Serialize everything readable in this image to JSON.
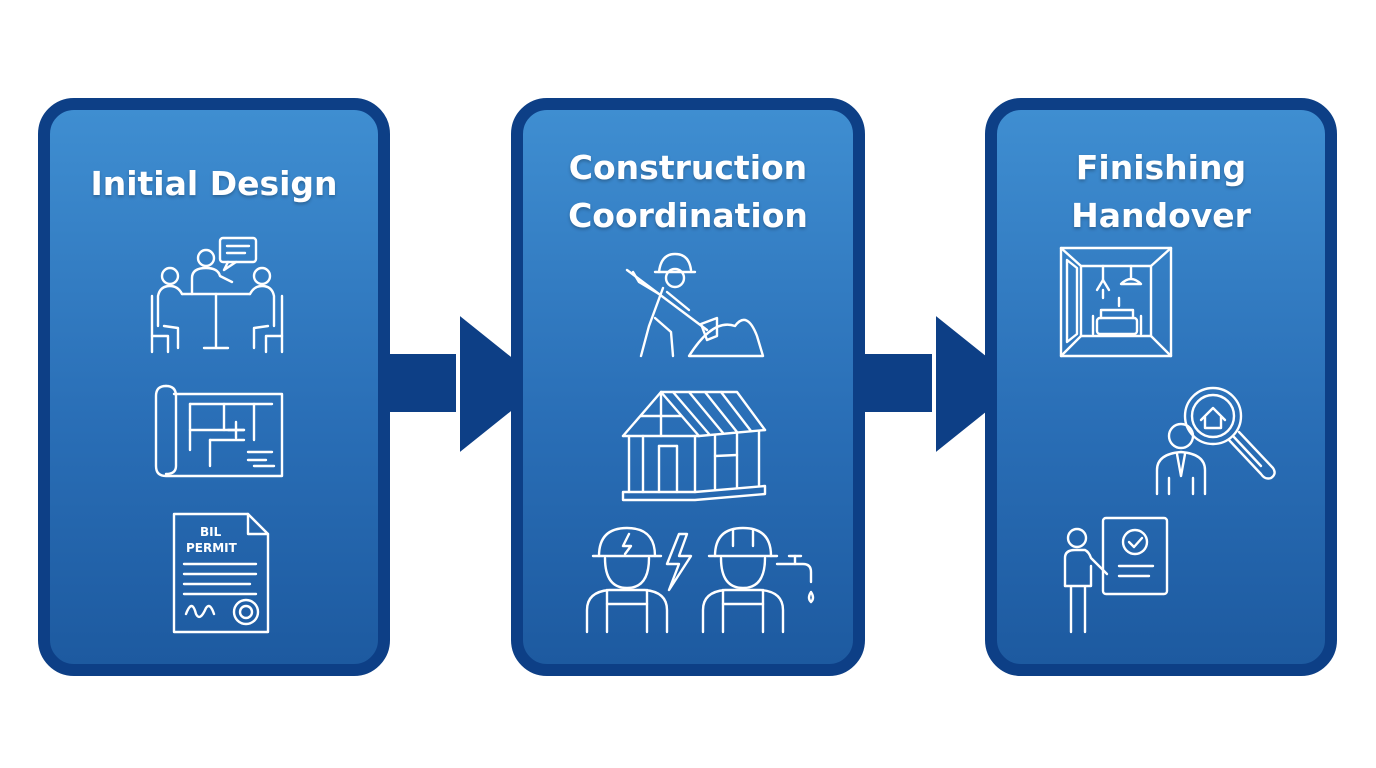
{
  "diagram": {
    "colors": {
      "panel_border": "#0d3f86",
      "panel_top": "#3f8ed1",
      "panel_bottom": "#1d5aa0",
      "arrow": "#0d3f86",
      "icon": "#ffffff"
    },
    "stages": [
      {
        "title": "Initial Design",
        "icons": [
          "meeting-icon",
          "floor-plan-icon",
          "permit-document-icon"
        ],
        "permit_lines": [
          "BIL",
          "PERMIT"
        ]
      },
      {
        "title": "Construction\nCoordination",
        "icons": [
          "worker-shoveling-icon",
          "house-frame-icon",
          "electrician-plumber-icon"
        ]
      },
      {
        "title": "Finishing\nHandover",
        "icons": [
          "interior-room-icon",
          "home-inspection-icon",
          "approval-presentation-icon"
        ]
      }
    ],
    "connectors": [
      "arrow-right-icon",
      "arrow-right-icon"
    ]
  }
}
